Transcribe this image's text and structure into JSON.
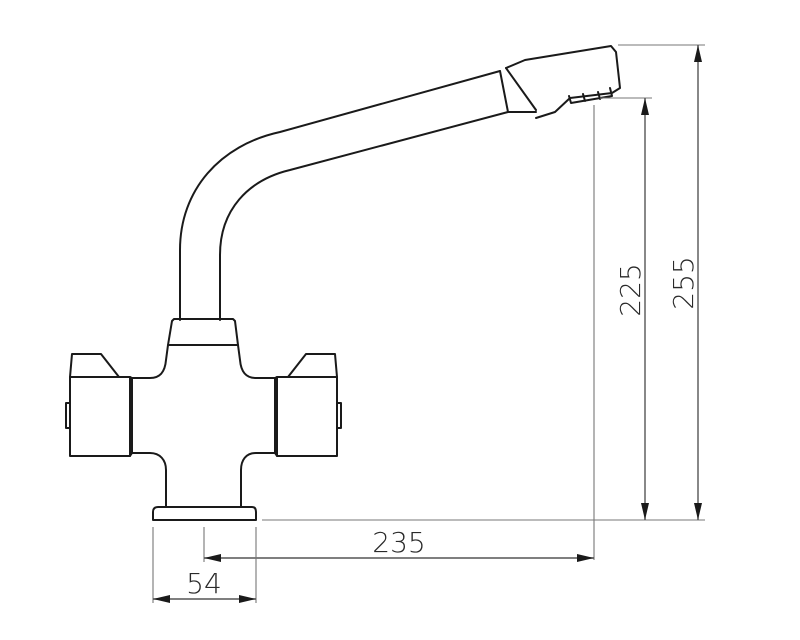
{
  "diagram": {
    "title": "Mixer tap dimension drawing",
    "subject": "monobloc-kitchen-mixer-tap",
    "units": "mm",
    "colors": {
      "background": "#ffffff",
      "outline": "#1a1a1a",
      "dimension_line": "#555555"
    },
    "dimensions": {
      "overall_height": {
        "label": "255",
        "orientation": "vertical"
      },
      "spout_outlet_height": {
        "label": "225",
        "orientation": "vertical"
      },
      "spout_reach": {
        "label": "235",
        "orientation": "horizontal"
      },
      "base_width": {
        "label": "54",
        "orientation": "horizontal"
      }
    }
  }
}
